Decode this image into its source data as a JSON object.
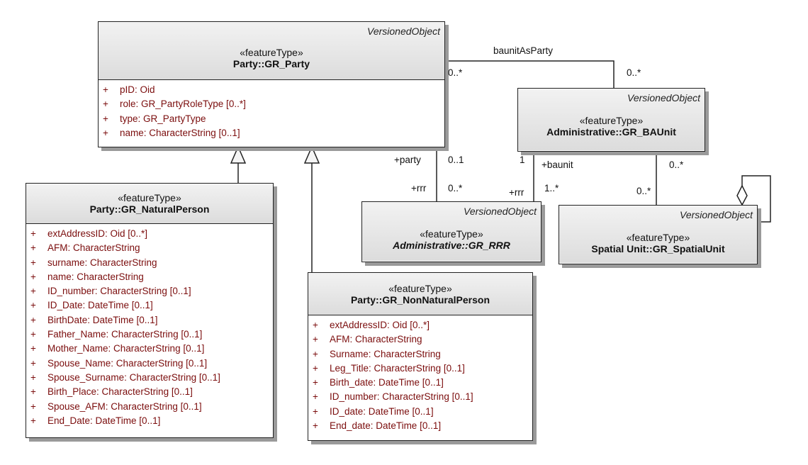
{
  "classes": {
    "party": {
      "versioned": "VersionedObject",
      "stereotype": "«featureType»",
      "name": "Party::GR_Party",
      "attributes": [
        {
          "vis": "+",
          "text": "pID: Oid"
        },
        {
          "vis": "+",
          "text": "role: GR_PartyRoleType [0..*]"
        },
        {
          "vis": "+",
          "text": "type: GR_PartyType"
        },
        {
          "vis": "+",
          "text": "name: CharacterString [0..1]"
        }
      ]
    },
    "baunit": {
      "versioned": "VersionedObject",
      "stereotype": "«featureType»",
      "name": "Administrative::GR_BAUnit"
    },
    "rrr": {
      "versioned": "VersionedObject",
      "stereotype": "«featureType»",
      "name": "Administrative::GR_RRR"
    },
    "spatialunit": {
      "versioned": "VersionedObject",
      "stereotype": "«featureType»",
      "name": "Spatial Unit::GR_SpatialUnit"
    },
    "naturalperson": {
      "stereotype": "«featureType»",
      "name": "Party::GR_NaturalPerson",
      "attributes": [
        {
          "vis": "+",
          "text": "extAddressID: Oid [0..*]"
        },
        {
          "vis": "+",
          "text": "AFM: CharacterString"
        },
        {
          "vis": "+",
          "text": "surname: CharacterString"
        },
        {
          "vis": "+",
          "text": "name: CharacterString"
        },
        {
          "vis": "+",
          "text": "ID_number: CharacterString [0..1]"
        },
        {
          "vis": "+",
          "text": "ID_Date: DateTime [0..1]"
        },
        {
          "vis": "+",
          "text": "BirthDate: DateTime [0..1]"
        },
        {
          "vis": "+",
          "text": "Father_Name: CharacterString [0..1]"
        },
        {
          "vis": "+",
          "text": "Mother_Name: CharacterString [0..1]"
        },
        {
          "vis": "+",
          "text": "Spouse_Name: CharacterString [0..1]"
        },
        {
          "vis": "+",
          "text": "Spouse_Surname: CharacterString [0..1]"
        },
        {
          "vis": "+",
          "text": "Birth_Place: CharacterString [0..1]"
        },
        {
          "vis": "+",
          "text": "Spouse_AFM: CharacterString [0..1]"
        },
        {
          "vis": "+",
          "text": "End_Date: DateTime [0..1]"
        }
      ]
    },
    "nonnaturalperson": {
      "stereotype": "«featureType»",
      "name": "Party::GR_NonNaturalPerson",
      "attributes": [
        {
          "vis": "+",
          "text": "extAddressID: Oid [0..*]"
        },
        {
          "vis": "+",
          "text": "AFM: CharacterString"
        },
        {
          "vis": "+",
          "text": "Surname: CharacterString"
        },
        {
          "vis": "+",
          "text": "Leg_Title: CharacterString [0..1]"
        },
        {
          "vis": "+",
          "text": "Birth_date: DateTime [0..1]"
        },
        {
          "vis": "+",
          "text": "ID_number: CharacterString [0..1]"
        },
        {
          "vis": "+",
          "text": "ID_date: DateTime [0..1]"
        },
        {
          "vis": "+",
          "text": "End_date: DateTime [0..1]"
        }
      ]
    }
  },
  "associations": {
    "baunitAsParty": {
      "name": "baunitAsParty",
      "party_mult": "0..*",
      "baunit_mult": "0..*"
    },
    "party_rrr": {
      "party_role": "+party",
      "party_mult": "0..1",
      "rrr_role": "+rrr",
      "rrr_mult": "0..*"
    },
    "baunit_rrr": {
      "baunit_mult": "1",
      "baunit_role": "+baunit",
      "rrr_role": "+rrr",
      "rrr_mult": "1..*"
    },
    "baunit_spatial": {
      "baunit_mult": "0..*",
      "spatial_mult": "0..*"
    }
  }
}
